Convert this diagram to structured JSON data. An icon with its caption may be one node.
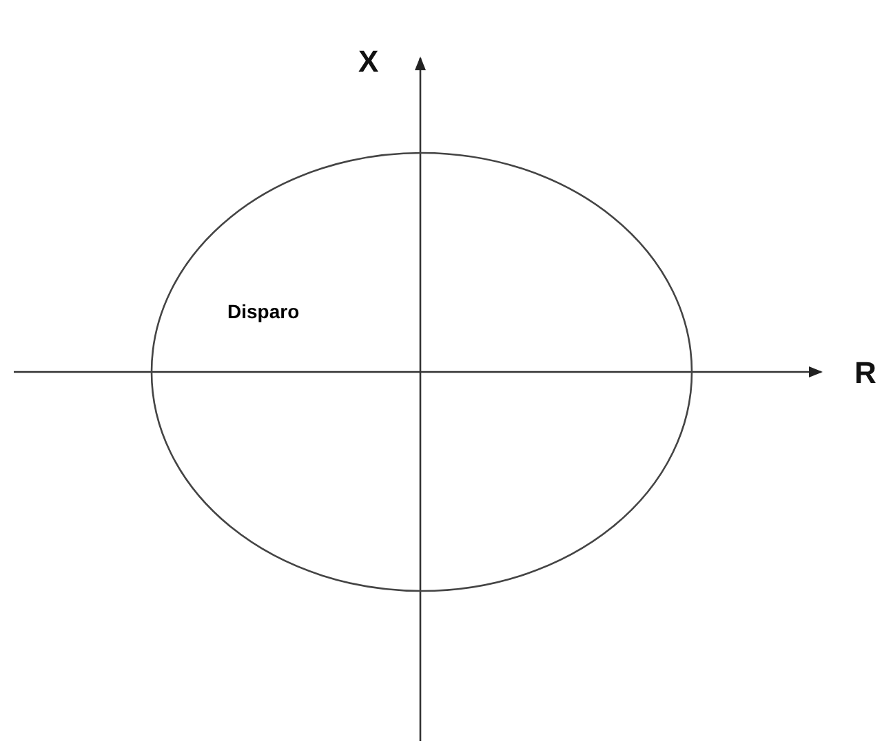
{
  "diagram": {
    "nodes": [
      {
        "text": [
          "Disparo"
        ]
      }
    ],
    "labels": [
      "X",
      "R"
    ]
  }
}
